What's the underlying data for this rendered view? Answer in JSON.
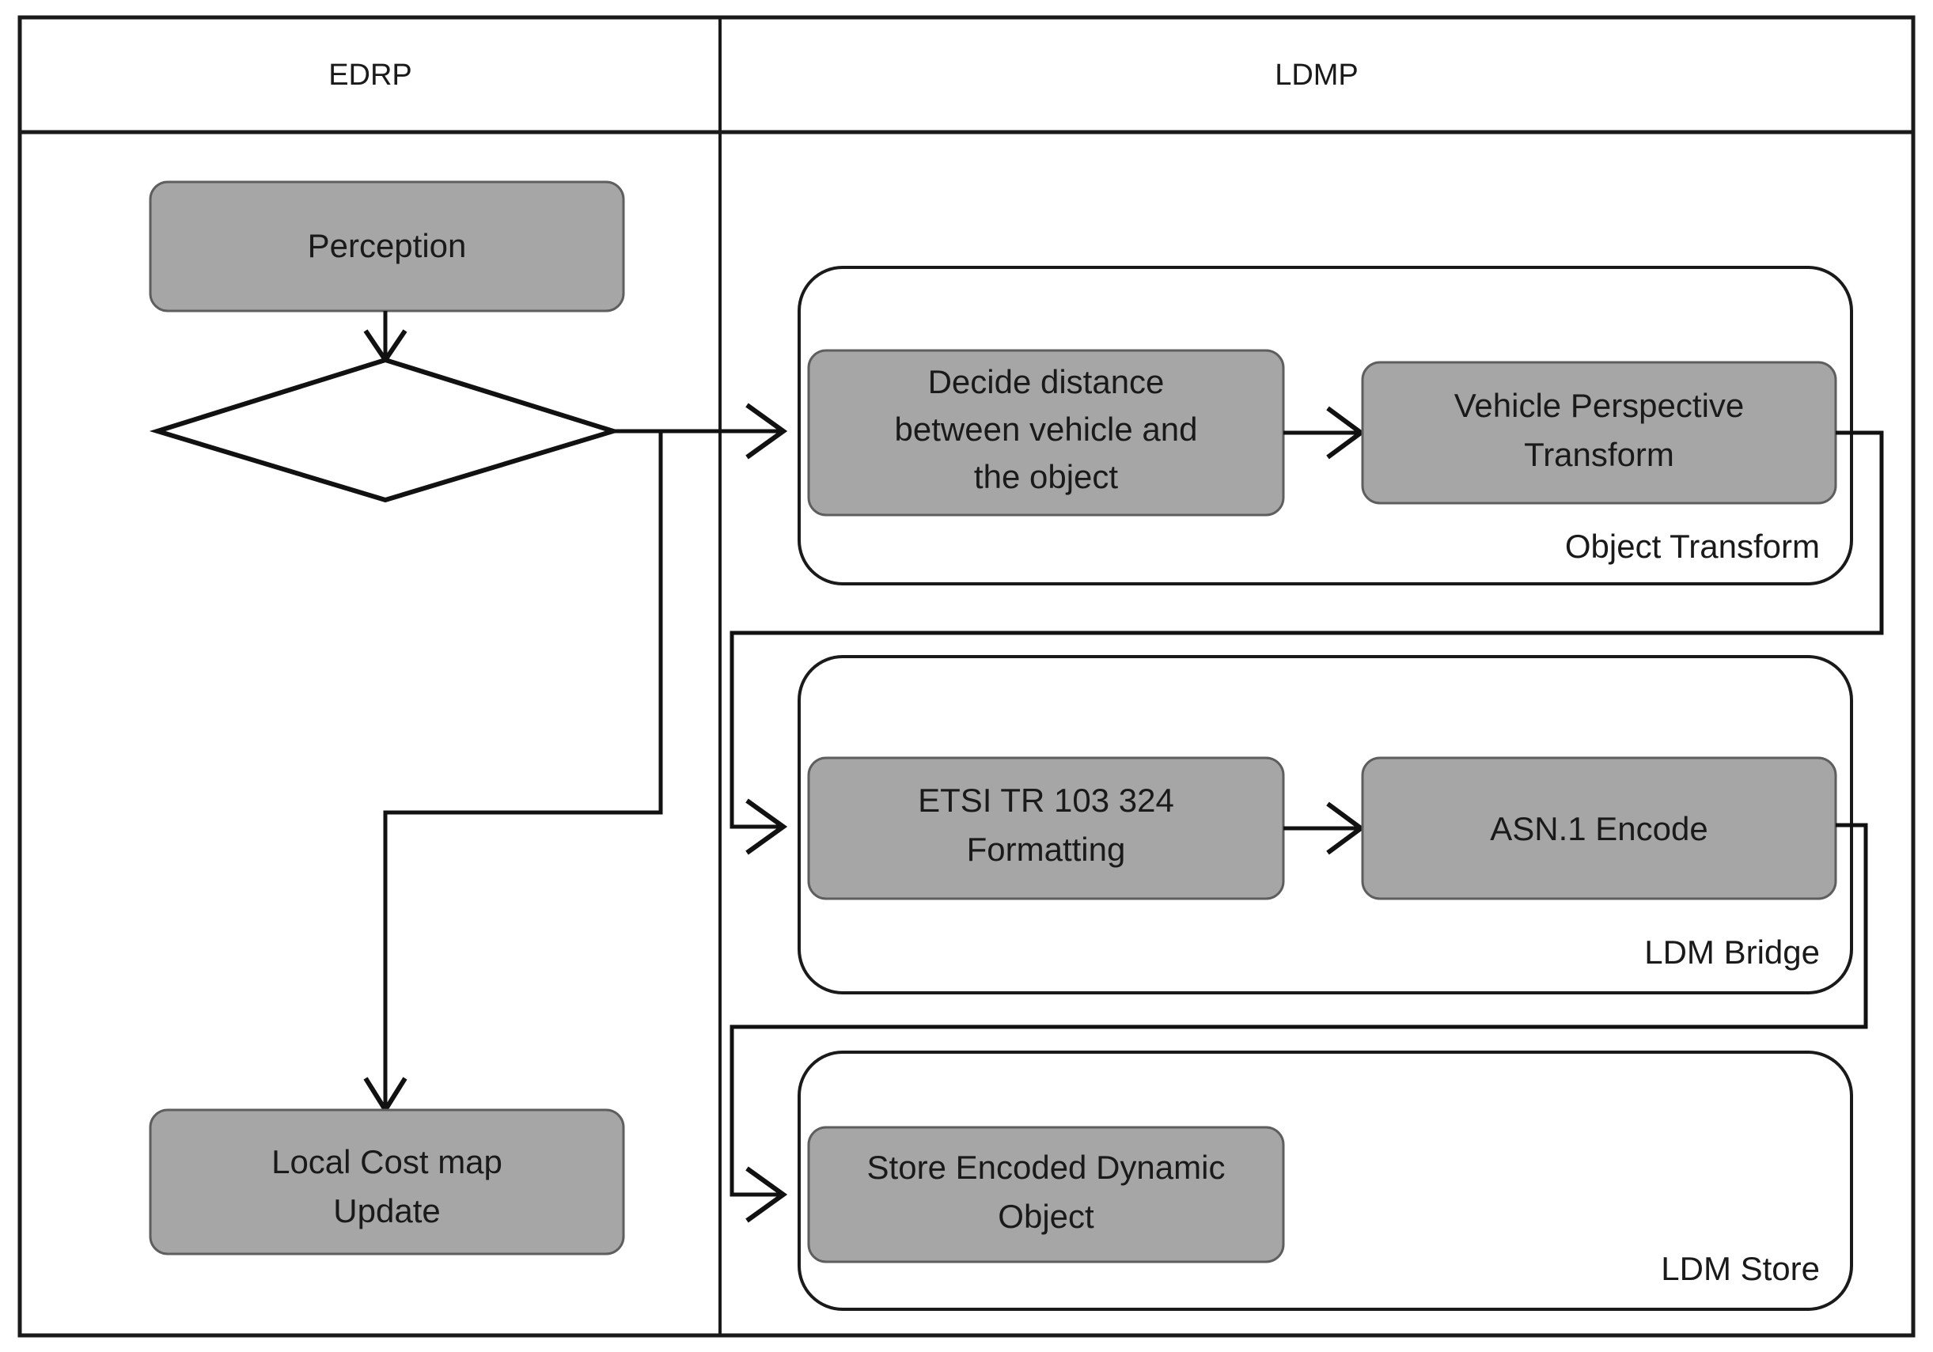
{
  "diagram": {
    "type": "flowchart",
    "title": "",
    "lanes": [
      {
        "id": "edrp",
        "label": "EDRP"
      },
      {
        "id": "ldmp",
        "label": "LDMP"
      }
    ],
    "colors": {
      "process_fill": "#a6a6a6",
      "process_stroke": "#5e5e5e",
      "line": "#111111",
      "background": "#ffffff",
      "text": "#1a1a1a"
    },
    "nodes": {
      "perception": {
        "label": "Perception",
        "shape": "rounded-rect",
        "lane": "edrp"
      },
      "decision": {
        "label": "",
        "shape": "diamond",
        "lane": "edrp"
      },
      "local_cost_map": {
        "line1": "Local Cost map",
        "line2": "Update",
        "shape": "rounded-rect",
        "lane": "edrp"
      },
      "decide_distance": {
        "line1": "Decide distance",
        "line2": "between vehicle and",
        "line3": "the object",
        "shape": "rounded-rect",
        "lane": "ldmp"
      },
      "vehicle_perspective": {
        "line1": "Vehicle Perspective",
        "line2": "Transform",
        "shape": "rounded-rect",
        "lane": "ldmp"
      },
      "etsi_formatting": {
        "line1": "ETSI TR 103 324",
        "line2": "Formatting",
        "shape": "rounded-rect",
        "lane": "ldmp"
      },
      "asn1_encode": {
        "label": "ASN.1 Encode",
        "shape": "rounded-rect",
        "lane": "ldmp"
      },
      "store_encoded": {
        "line1": "Store Encoded Dynamic",
        "line2": "Object",
        "shape": "rounded-rect",
        "lane": "ldmp"
      }
    },
    "groups": {
      "object_transform": {
        "label": "Object Transform",
        "lane": "ldmp"
      },
      "ldm_bridge": {
        "label": "LDM Bridge",
        "lane": "ldmp"
      },
      "ldm_store": {
        "label": "LDM Store",
        "lane": "ldmp"
      }
    },
    "edges": [
      {
        "from": "perception",
        "to": "decision",
        "label": ""
      },
      {
        "from": "decision",
        "to": "object_transform",
        "label": ""
      },
      {
        "from": "decision",
        "to": "local_cost_map",
        "label": ""
      },
      {
        "from": "decide_distance",
        "to": "vehicle_perspective",
        "label": ""
      },
      {
        "from": "object_transform",
        "to": "ldm_bridge",
        "label": ""
      },
      {
        "from": "etsi_formatting",
        "to": "asn1_encode",
        "label": ""
      },
      {
        "from": "ldm_bridge",
        "to": "ldm_store",
        "label": ""
      }
    ]
  }
}
